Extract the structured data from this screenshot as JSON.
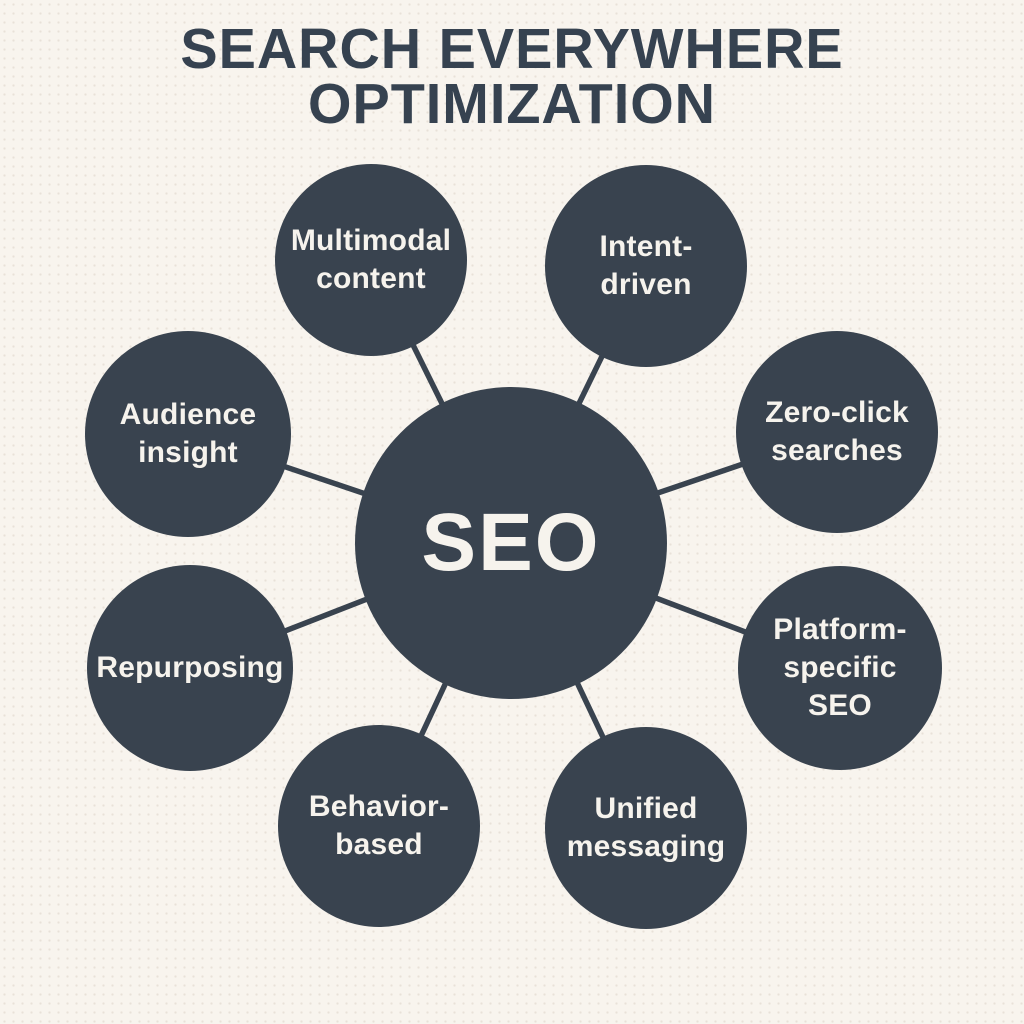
{
  "title": "SEARCH EVERYWHERE\nOPTIMIZATION",
  "diagram": {
    "type": "hub-and-spoke",
    "center": {
      "id": "seo",
      "label": "SEO"
    },
    "nodes": [
      {
        "id": "multimodal-content",
        "label": "Multimodal\ncontent"
      },
      {
        "id": "intent-driven",
        "label": "Intent-\ndriven"
      },
      {
        "id": "zero-click-searches",
        "label": "Zero-click\nsearches"
      },
      {
        "id": "platform-specific-seo",
        "label": "Platform-\nspecific\nSEO"
      },
      {
        "id": "unified-messaging",
        "label": "Unified\nmessaging"
      },
      {
        "id": "behavior-based",
        "label": "Behavior-\nbased"
      },
      {
        "id": "repurposing",
        "label": "Repurposing"
      },
      {
        "id": "audience-insight",
        "label": "Audience\ninsight"
      }
    ]
  },
  "colors": {
    "background": "#f8f4ee",
    "node_fill": "#39434f",
    "node_text": "#f6f3ed",
    "title_text": "#364250",
    "connector": "#39434f"
  }
}
